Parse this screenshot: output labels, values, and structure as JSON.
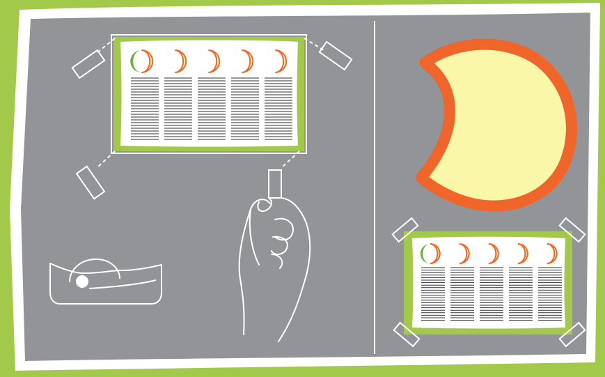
{
  "illustration": {
    "left_panel": {
      "description_role": "instruction-step-hang-chart",
      "chart_columns": 5,
      "tape_pieces": 4
    },
    "right_panel": {
      "description_role": "result-chart-on-wall",
      "chart_columns": 5,
      "tape_pieces": 4
    }
  },
  "colors": {
    "frame_green": "#a3c94a",
    "board_gray": "#939498",
    "chalk_white": "#ffffff",
    "moon_fill": "#fbf7a9",
    "moon_outline": "#f0652a",
    "new_moon_green": "#6cb43f",
    "line_dark": "#2d2d2d"
  }
}
